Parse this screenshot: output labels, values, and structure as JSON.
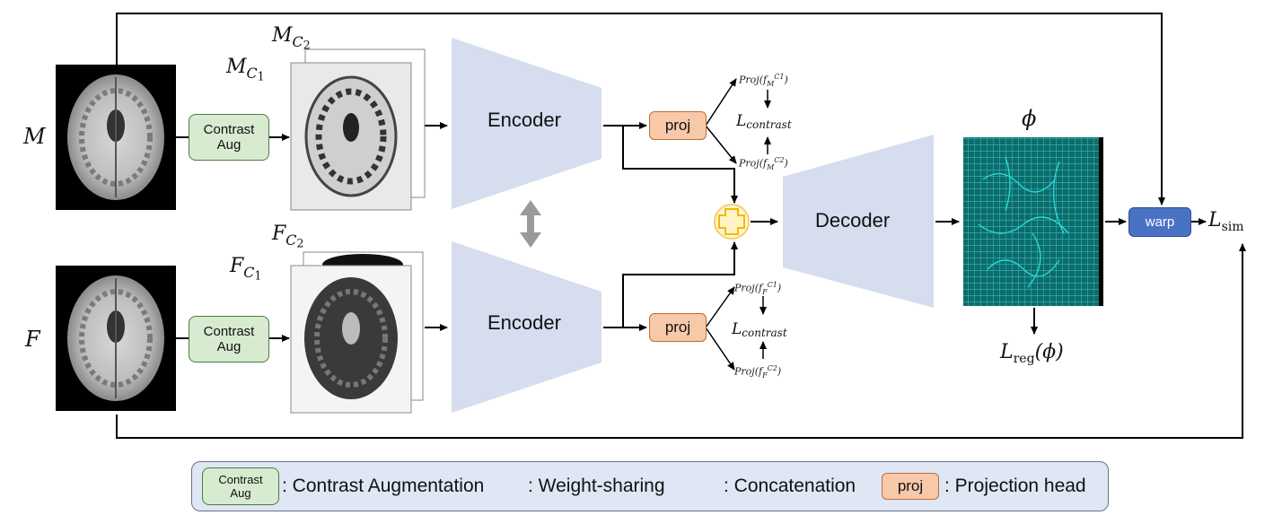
{
  "inputs": {
    "moving": "M",
    "fixed": "F"
  },
  "augmented": {
    "moving_c1": "M",
    "moving_c2": "M",
    "fixed_c1": "F",
    "fixed_c2": "F",
    "sub_c": "C",
    "sub_1": "1",
    "sub_2": "2"
  },
  "blocks": {
    "contrast_aug_line1": "Contrast",
    "contrast_aug_line2": "Aug",
    "encoder": "Encoder",
    "decoder": "Decoder",
    "proj": "proj",
    "warp": "warp"
  },
  "losses": {
    "contrast": "L",
    "contrast_sub": "contrast",
    "proj_m_c1": "Proj(f",
    "proj_m_c2": "Proj(f",
    "proj_f_c1": "Proj(f",
    "proj_f_c2": "Proj(f",
    "m_sub": "M",
    "f_sub": "F",
    "c1_sup": "C1",
    "c2_sup": "C2",
    "close": ")",
    "phi": "ϕ",
    "reg": "L",
    "reg_sub": "reg",
    "reg_arg": "(ϕ)",
    "sim": "L",
    "sim_sub": "sim"
  },
  "legend": {
    "aug_line1": "Contrast",
    "aug_line2": "Aug",
    "aug_desc": ": Contrast Augmentation",
    "share_desc": ": Weight-sharing",
    "concat_desc": ": Concatenation",
    "proj_label": "proj",
    "proj_desc": ": Projection head"
  },
  "colors": {
    "trapezoid": "#d5ddef",
    "aug_fill": "#d6ebcf",
    "proj_fill": "#f7c9a8",
    "warp_fill": "#4a72c4",
    "grid": "#27b7b7",
    "concat": "#f7c948",
    "legend_bg": "#dfe6f4"
  }
}
